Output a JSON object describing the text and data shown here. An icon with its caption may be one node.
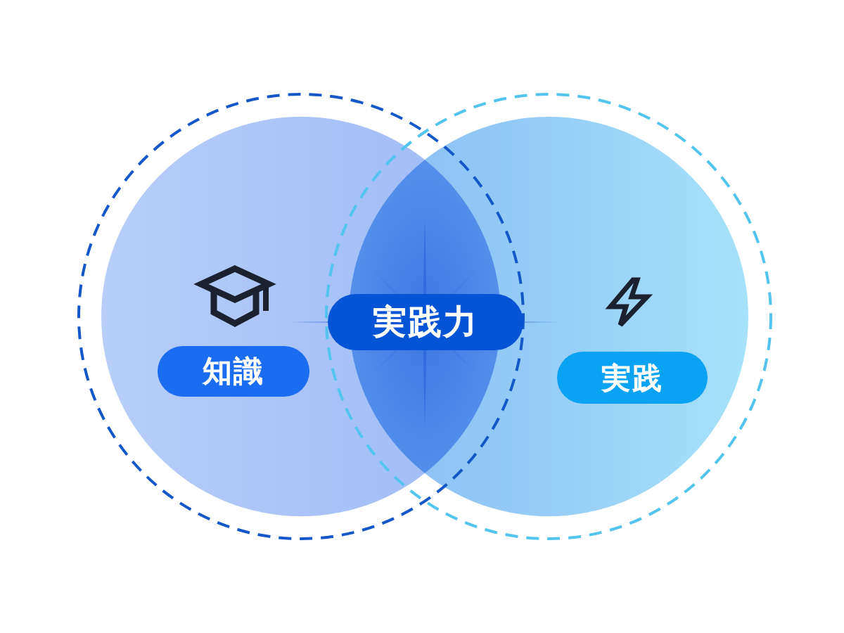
{
  "diagram": {
    "nodes": [
      {
        "text": [],
        "shape": "circle"
      },
      {
        "text": [],
        "shape": "circle"
      },
      {
        "text": [
          "知識"
        ],
        "in": 0
      },
      {
        "text": [
          "実践"
        ],
        "in": 1
      },
      {
        "text": [],
        "shape": "lens"
      },
      {
        "text": [
          "実践力"
        ]
      }
    ]
  }
}
